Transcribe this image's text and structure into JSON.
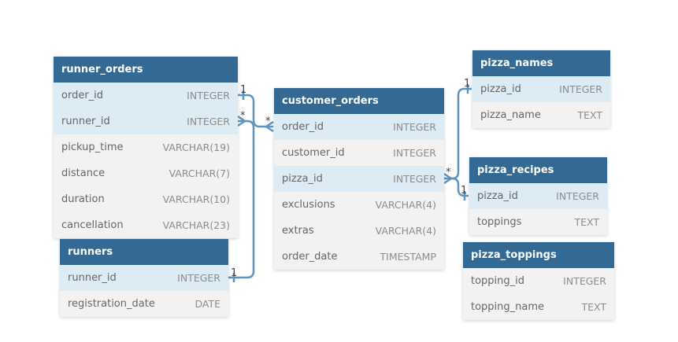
{
  "tables": [
    {
      "name": "runner_orders",
      "columns": [
        {
          "name": "order_id",
          "type": "INTEGER",
          "key": true
        },
        {
          "name": "runner_id",
          "type": "INTEGER",
          "key": true
        },
        {
          "name": "pickup_time",
          "type": "VARCHAR(19)",
          "key": false
        },
        {
          "name": "distance",
          "type": "VARCHAR(7)",
          "key": false
        },
        {
          "name": "duration",
          "type": "VARCHAR(10)",
          "key": false
        },
        {
          "name": "cancellation",
          "type": "VARCHAR(23)",
          "key": false
        }
      ]
    },
    {
      "name": "runners",
      "columns": [
        {
          "name": "runner_id",
          "type": "INTEGER",
          "key": true
        },
        {
          "name": "registration_date",
          "type": "DATE",
          "key": false
        }
      ]
    },
    {
      "name": "customer_orders",
      "columns": [
        {
          "name": "order_id",
          "type": "INTEGER",
          "key": true
        },
        {
          "name": "customer_id",
          "type": "INTEGER",
          "key": false
        },
        {
          "name": "pizza_id",
          "type": "INTEGER",
          "key": true
        },
        {
          "name": "exclusions",
          "type": "VARCHAR(4)",
          "key": false
        },
        {
          "name": "extras",
          "type": "VARCHAR(4)",
          "key": false
        },
        {
          "name": "order_date",
          "type": "TIMESTAMP",
          "key": false
        }
      ]
    },
    {
      "name": "pizza_names",
      "columns": [
        {
          "name": "pizza_id",
          "type": "INTEGER",
          "key": true
        },
        {
          "name": "pizza_name",
          "type": "TEXT",
          "key": false
        }
      ]
    },
    {
      "name": "pizza_recipes",
      "columns": [
        {
          "name": "pizza_id",
          "type": "INTEGER",
          "key": true
        },
        {
          "name": "toppings",
          "type": "TEXT",
          "key": false
        }
      ]
    },
    {
      "name": "pizza_toppings",
      "columns": [
        {
          "name": "topping_id",
          "type": "INTEGER",
          "key": false
        },
        {
          "name": "topping_name",
          "type": "TEXT",
          "key": false
        }
      ]
    }
  ],
  "relationships": [
    {
      "from": "customer_orders.order_id",
      "to": "runner_orders.order_id",
      "from_cardinality": "*",
      "to_cardinality": "1"
    },
    {
      "from": "runner_orders.runner_id",
      "to": "runners.runner_id",
      "from_cardinality": "*",
      "to_cardinality": "1"
    },
    {
      "from": "customer_orders.pizza_id",
      "to": "pizza_names.pizza_id",
      "from_cardinality": "*",
      "to_cardinality": "1"
    },
    {
      "from": "customer_orders.pizza_id",
      "to": "pizza_recipes.pizza_id",
      "from_cardinality": "*",
      "to_cardinality": "1"
    }
  ],
  "colors": {
    "header": "#336993",
    "key_row": "#dcebf4",
    "row": "#f2f2f2",
    "link": "#5f93ba"
  }
}
